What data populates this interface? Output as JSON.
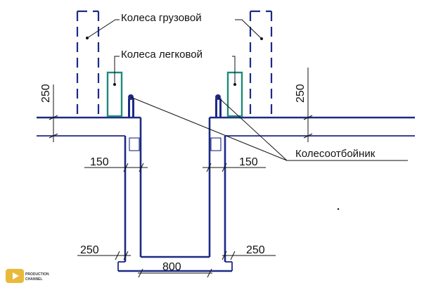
{
  "labels": {
    "truck_wheels": "Колеса грузовой",
    "car_wheels": "Колеса легковой",
    "wheel_stop": "Колесоотбойник"
  },
  "dimensions": {
    "ledge_left": "150",
    "ledge_right": "150",
    "wall_left": "250",
    "wall_right": "250",
    "pit_width": "800",
    "height_left": "250",
    "height_right": "250"
  },
  "logo": {
    "line1": "PRODUCTION",
    "line2": "CHANNEL"
  },
  "colors": {
    "lines": "#1c2a86",
    "wheels": "#1e8a7a",
    "logo": "#e9b93a"
  }
}
